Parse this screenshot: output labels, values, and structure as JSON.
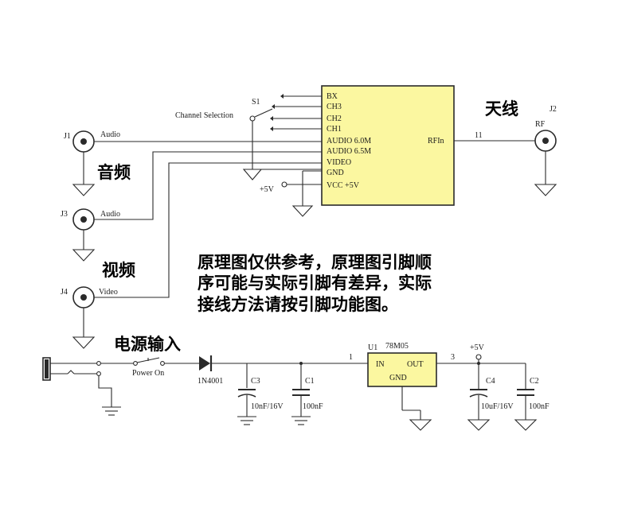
{
  "module": {
    "pins": [
      "BX",
      "CH3",
      "CH2",
      "CH1",
      "AUDIO 6.0M",
      "AUDIO 6.5M",
      "VIDEO",
      "GND",
      "VCC +5V"
    ],
    "rf_in": "RFIn",
    "rf_pin": "11",
    "fill": "#fbf7a0"
  },
  "switch": {
    "ref": "S1",
    "label": "Channel Selection"
  },
  "supply_label": "+5V",
  "connectors": {
    "j1": {
      "ref": "J1",
      "label": "Audio"
    },
    "j3": {
      "ref": "J3",
      "label": "Audio"
    },
    "j4": {
      "ref": "J4",
      "label": "Video"
    },
    "j2": {
      "ref": "J2",
      "label": "RF"
    }
  },
  "annotations": {
    "antenna": "天线",
    "audio": "音频",
    "video": "视频",
    "power_input": "电源输入",
    "note_lines": [
      "原理图仅供参考，原理图引脚顺",
      "序可能与实际引脚有差异，实际",
      "接线方法请按引脚功能图。"
    ]
  },
  "power": {
    "switch_label": "Power On",
    "diode": "1N4001",
    "c3": {
      "ref": "C3",
      "value": "10nF/16V"
    },
    "c1": {
      "ref": "C1",
      "value": "100nF"
    },
    "regulator": {
      "ref": "U1",
      "part": "78M05",
      "in": "IN",
      "out": "OUT",
      "gnd": "GND",
      "pin_in": "1",
      "pin_out": "3",
      "fill": "#fbf7a0"
    },
    "vout_label": "+5V",
    "c4": {
      "ref": "C4",
      "value": "10uF/16V"
    },
    "c2": {
      "ref": "C2",
      "value": "100nF"
    }
  }
}
